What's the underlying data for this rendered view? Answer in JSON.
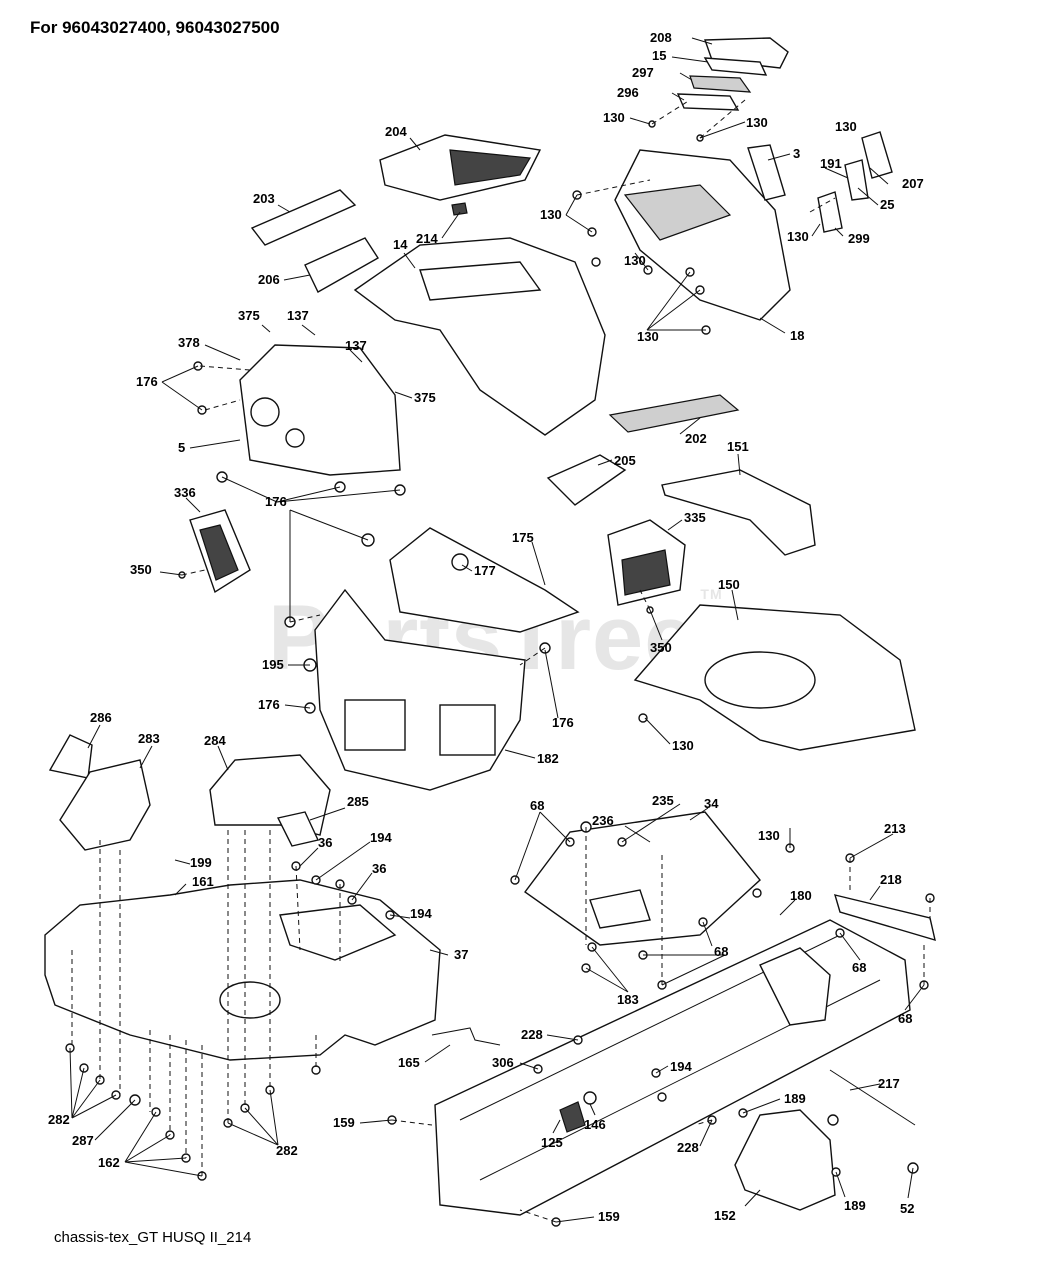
{
  "header": {
    "title": "For 96043027400, 96043027500"
  },
  "footer": {
    "caption": "chassis-tex_GT HUSQ II_214"
  },
  "watermark": {
    "text": "PartsTree",
    "tm": "TM"
  },
  "callouts": [
    {
      "id": "c208",
      "label": "208"
    },
    {
      "id": "c15",
      "label": "15"
    },
    {
      "id": "c297",
      "label": "297"
    },
    {
      "id": "c296",
      "label": "296"
    },
    {
      "id": "c130a",
      "label": "130"
    },
    {
      "id": "c130b",
      "label": "130"
    },
    {
      "id": "c130c",
      "label": "130"
    },
    {
      "id": "c3",
      "label": "3"
    },
    {
      "id": "c191",
      "label": "191"
    },
    {
      "id": "c207",
      "label": "207"
    },
    {
      "id": "c25",
      "label": "25"
    },
    {
      "id": "c204",
      "label": "204"
    },
    {
      "id": "c203",
      "label": "203"
    },
    {
      "id": "c214",
      "label": "214"
    },
    {
      "id": "c14",
      "label": "14"
    },
    {
      "id": "c130d",
      "label": "130"
    },
    {
      "id": "c130e",
      "label": "130"
    },
    {
      "id": "c130f",
      "label": "130"
    },
    {
      "id": "c299",
      "label": "299"
    },
    {
      "id": "c206",
      "label": "206"
    },
    {
      "id": "c130g",
      "label": "130"
    },
    {
      "id": "c18",
      "label": "18"
    },
    {
      "id": "c375a",
      "label": "375"
    },
    {
      "id": "c137a",
      "label": "137"
    },
    {
      "id": "c378",
      "label": "378"
    },
    {
      "id": "c137b",
      "label": "137"
    },
    {
      "id": "c176a",
      "label": "176"
    },
    {
      "id": "c375b",
      "label": "375"
    },
    {
      "id": "c5",
      "label": "5"
    },
    {
      "id": "c202",
      "label": "202"
    },
    {
      "id": "c151",
      "label": "151"
    },
    {
      "id": "c205",
      "label": "205"
    },
    {
      "id": "c336",
      "label": "336"
    },
    {
      "id": "c176b",
      "label": "176"
    },
    {
      "id": "c335",
      "label": "335"
    },
    {
      "id": "c175",
      "label": "175"
    },
    {
      "id": "c350a",
      "label": "350"
    },
    {
      "id": "c177",
      "label": "177"
    },
    {
      "id": "c150",
      "label": "150"
    },
    {
      "id": "c350b",
      "label": "350"
    },
    {
      "id": "c195",
      "label": "195"
    },
    {
      "id": "c176c",
      "label": "176"
    },
    {
      "id": "c176d",
      "label": "176"
    },
    {
      "id": "c130h",
      "label": "130"
    },
    {
      "id": "c182",
      "label": "182"
    },
    {
      "id": "c286",
      "label": "286"
    },
    {
      "id": "c283",
      "label": "283"
    },
    {
      "id": "c284",
      "label": "284"
    },
    {
      "id": "c285",
      "label": "285"
    },
    {
      "id": "c68a",
      "label": "68"
    },
    {
      "id": "c235",
      "label": "235"
    },
    {
      "id": "c34",
      "label": "34"
    },
    {
      "id": "c236",
      "label": "236"
    },
    {
      "id": "c130i",
      "label": "130"
    },
    {
      "id": "c213",
      "label": "213"
    },
    {
      "id": "c36a",
      "label": "36"
    },
    {
      "id": "c194a",
      "label": "194"
    },
    {
      "id": "c199",
      "label": "199"
    },
    {
      "id": "c36b",
      "label": "36"
    },
    {
      "id": "c161",
      "label": "161"
    },
    {
      "id": "c194b",
      "label": "194"
    },
    {
      "id": "c180",
      "label": "180"
    },
    {
      "id": "c218",
      "label": "218"
    },
    {
      "id": "c37",
      "label": "37"
    },
    {
      "id": "c68b",
      "label": "68"
    },
    {
      "id": "c68c",
      "label": "68"
    },
    {
      "id": "c183",
      "label": "183"
    },
    {
      "id": "c68d",
      "label": "68"
    },
    {
      "id": "c228a",
      "label": "228"
    },
    {
      "id": "c165",
      "label": "165"
    },
    {
      "id": "c306",
      "label": "306"
    },
    {
      "id": "c194c",
      "label": "194"
    },
    {
      "id": "c217",
      "label": "217"
    },
    {
      "id": "c282a",
      "label": "282"
    },
    {
      "id": "c287",
      "label": "287"
    },
    {
      "id": "c159a",
      "label": "159"
    },
    {
      "id": "c189a",
      "label": "189"
    },
    {
      "id": "c146",
      "label": "146"
    },
    {
      "id": "c125",
      "label": "125"
    },
    {
      "id": "c228b",
      "label": "228"
    },
    {
      "id": "c162",
      "label": "162"
    },
    {
      "id": "c282b",
      "label": "282"
    },
    {
      "id": "c189b",
      "label": "189"
    },
    {
      "id": "c52",
      "label": "52"
    },
    {
      "id": "c152",
      "label": "152"
    },
    {
      "id": "c159b",
      "label": "159"
    }
  ]
}
